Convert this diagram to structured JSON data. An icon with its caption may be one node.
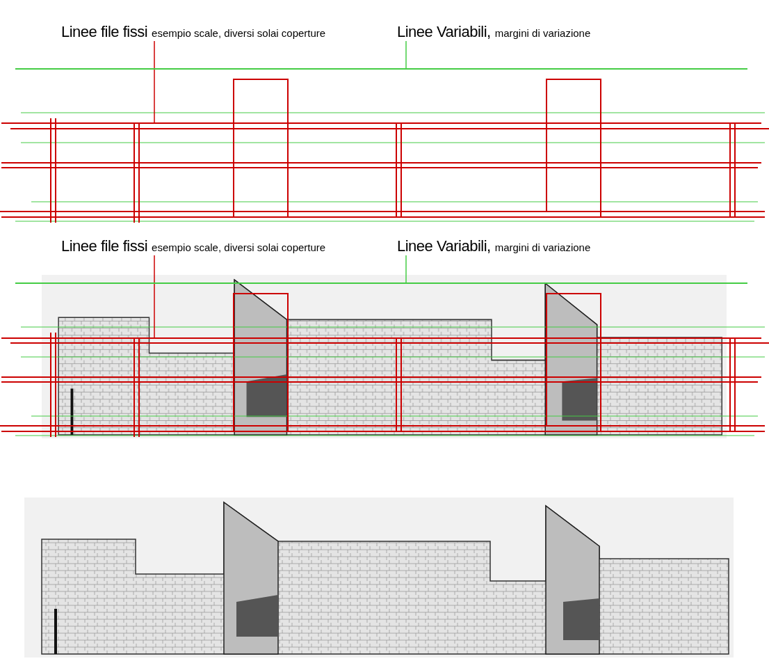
{
  "diagram": {
    "nodes": [
      {
        "text": [
          "Linee file fissi",
          "esempio scale, diversi solai coperture"
        ]
      },
      {
        "text": [
          "Linee Variabili,",
          "margini di variazione"
        ]
      },
      {
        "text": [],
        "shape": "bar"
      },
      {
        "text": [],
        "shape": "bar"
      },
      {
        "text": [
          "Linee file fissi",
          "esempio scale, diversi solai coperture"
        ]
      },
      {
        "text": [
          "Linee Variabili,",
          "margini di variazione"
        ]
      },
      {
        "text": [],
        "shape": "bar"
      },
      {
        "text": [],
        "shape": "bar"
      }
    ],
    "edges": [
      {
        "from": 0,
        "to": 3,
        "arrow": "none"
      },
      {
        "from": 1,
        "to": 2,
        "arrow": "none",
        "color": "#44cc44"
      },
      {
        "from": 4,
        "to": 7,
        "arrow": "none"
      },
      {
        "from": 5,
        "to": 6,
        "arrow": "none",
        "color": "#44cc44"
      }
    ]
  }
}
